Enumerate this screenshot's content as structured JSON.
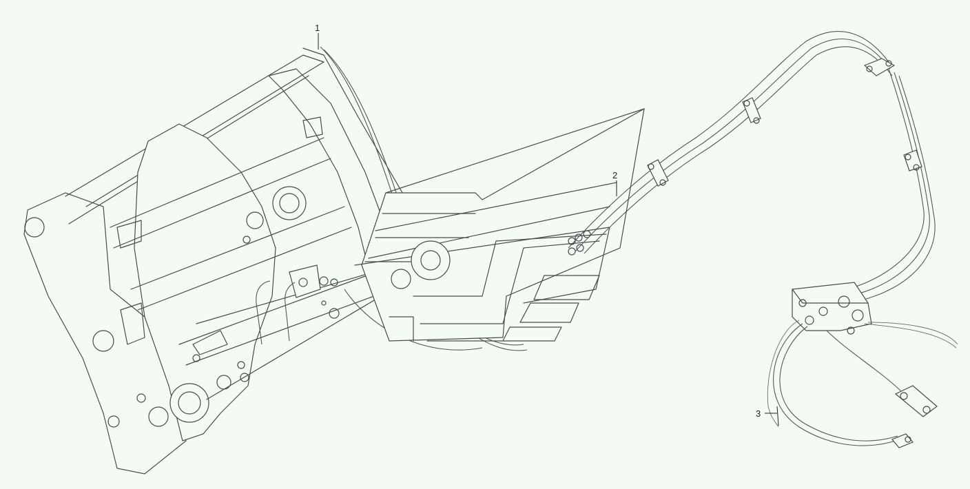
{
  "callouts": [
    {
      "id": "1",
      "label": "1"
    },
    {
      "id": "2",
      "label": "2"
    },
    {
      "id": "3",
      "label": "3"
    }
  ],
  "colors": {
    "background": "#f4fbf4",
    "line": "#4a4a4a"
  }
}
